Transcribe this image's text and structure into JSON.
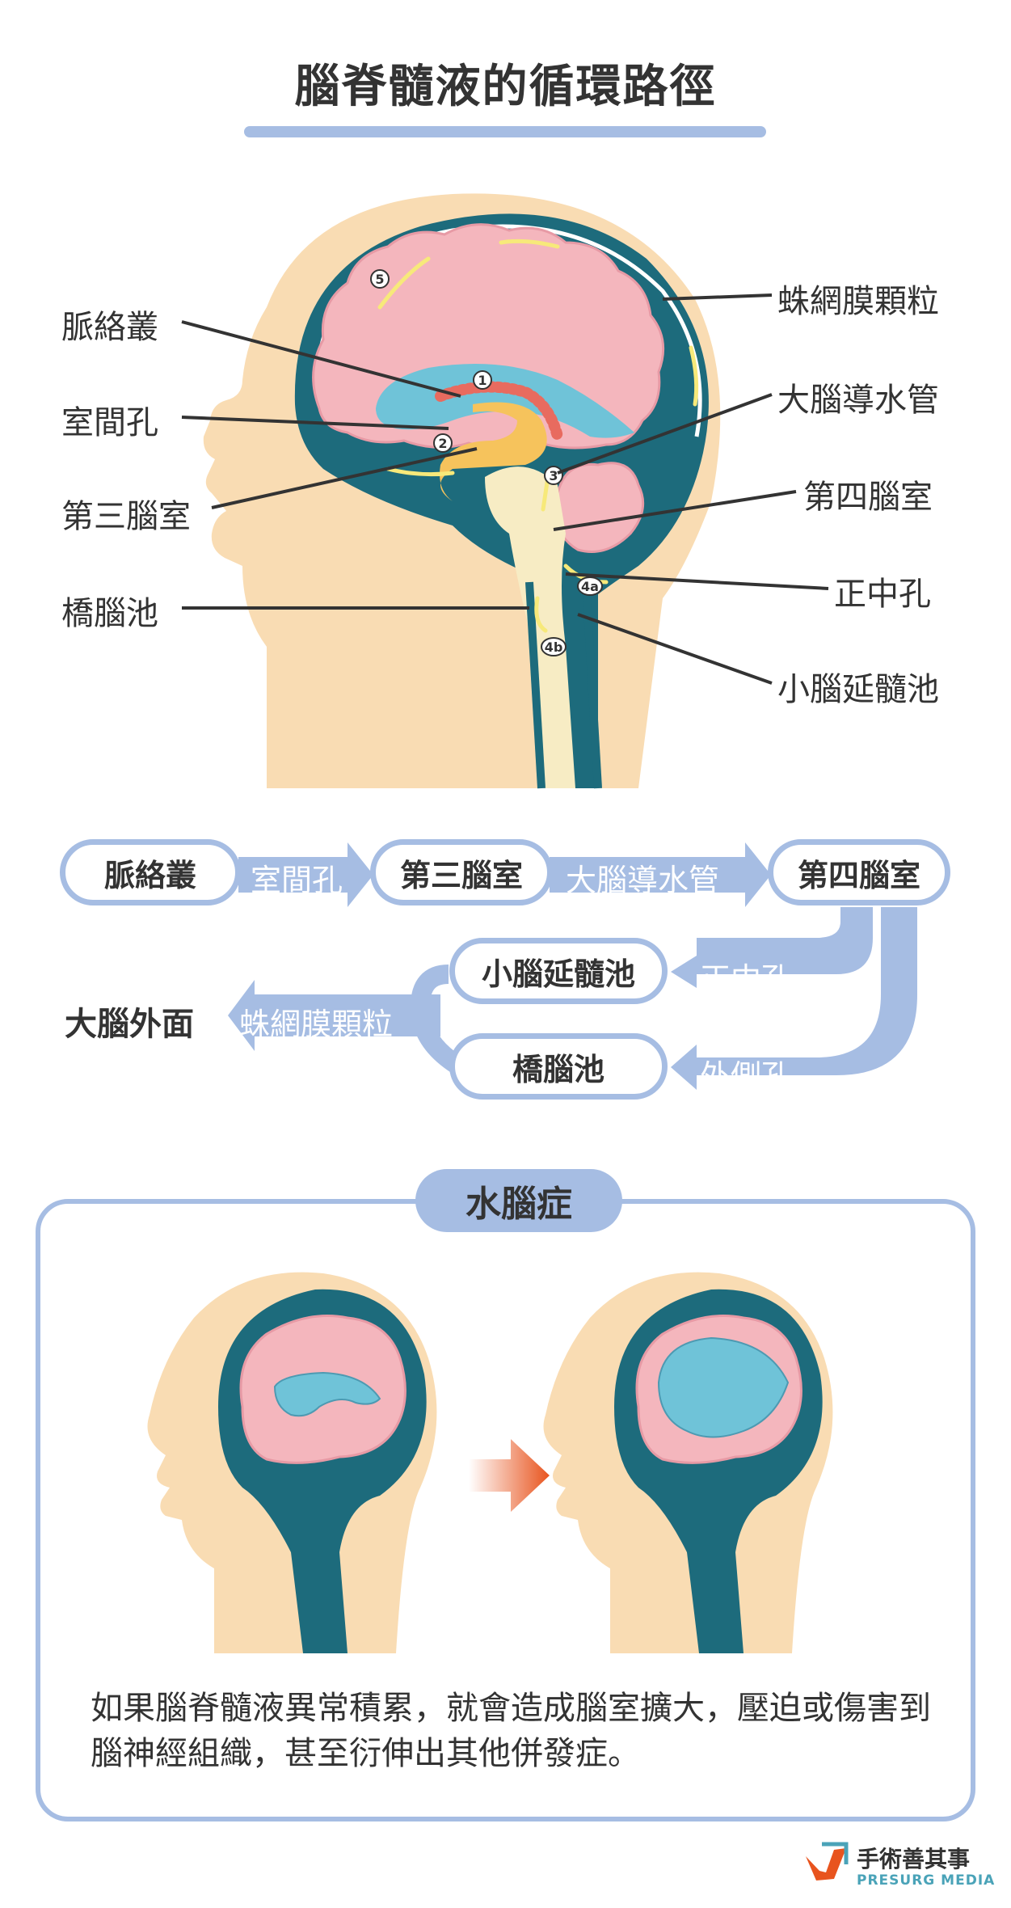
{
  "title": "腦脊髓液的循環路徑",
  "labels_left": {
    "choroid": "脈絡叢",
    "foramen": "室間孔",
    "third": "第三腦室",
    "pons": "橋腦池"
  },
  "labels_right": {
    "arachnoid": "蛛網膜顆粒",
    "aqueduct": "大腦導水管",
    "fourth": "第四腦室",
    "median": "正中孔",
    "cisterna": "小腦延髓池"
  },
  "markers": [
    "1",
    "2",
    "3",
    "4a",
    "4b",
    "5"
  ],
  "flow": {
    "n1": "脈絡叢",
    "a1": "室間孔",
    "n2": "第三腦室",
    "a2": "大腦導水管",
    "n3": "第四腦室",
    "a3": "正中孔",
    "a4": "外側孔",
    "n4": "小腦延髓池",
    "n5": "橋腦池",
    "a5": "蛛網膜顆粒",
    "end": "大腦外面"
  },
  "hydro": {
    "title": "水腦症",
    "desc": "如果腦脊髓液異常積累，就會造成腦室擴大，壓迫或傷害到腦神經組織，甚至衍伸出其他併發症。"
  },
  "brand": {
    "name": "手術善其事",
    "en": "PRESURG MEDIA"
  },
  "colors": {
    "skin": "#f9dcb3",
    "teal": "#1d6b7c",
    "brain": "#f4b6bd",
    "ventricle": "#6fc3d8",
    "accent": "#a6bde3",
    "arrow": "#e8541e"
  }
}
